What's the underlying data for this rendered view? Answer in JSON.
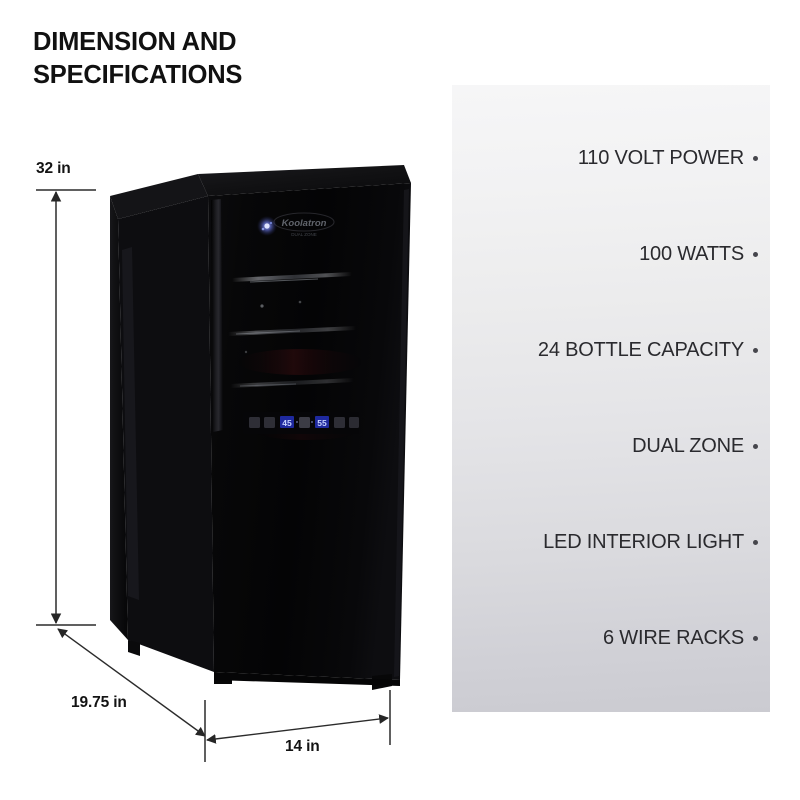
{
  "heading": {
    "line1": "DIMENSION AND",
    "line2": "SPECIFICATIONS",
    "full": "DIMENSION AND\nSPECIFICATIONS"
  },
  "dimensions": {
    "height": {
      "label": "32 in",
      "value": 32,
      "unit": "in",
      "orientation": "vertical"
    },
    "depth": {
      "label": "19.75 in",
      "value": 19.75,
      "unit": "in",
      "orientation": "diagonal"
    },
    "width": {
      "label": "14 in",
      "value": 14,
      "unit": "in",
      "orientation": "horizontal"
    }
  },
  "specs": {
    "items": [
      {
        "label": "110 VOLT POWER"
      },
      {
        "label": "100 WATTS"
      },
      {
        "label": "24 BOTTLE CAPACITY"
      },
      {
        "label": "DUAL ZONE"
      },
      {
        "label": "LED INTERIOR LIGHT"
      },
      {
        "label": "6 WIRE RACKS"
      }
    ]
  },
  "product": {
    "name": "black dual zone wine cooler",
    "brand_logo": "koolatron-logo",
    "control_panel": {
      "zone_left_temp": "45",
      "zone_right_temp": "55"
    }
  },
  "colors": {
    "background": "#ffffff",
    "heading_text": "#111111",
    "spec_text": "#2a2a2e",
    "spec_bullet": "#46464c",
    "panel_top": "#f6f6f7",
    "panel_bottom": "#cbcbd1",
    "product_body": "#0a0a0a",
    "dimension_line": "#2b2b2b",
    "led_accent": "#5f6fe8"
  }
}
